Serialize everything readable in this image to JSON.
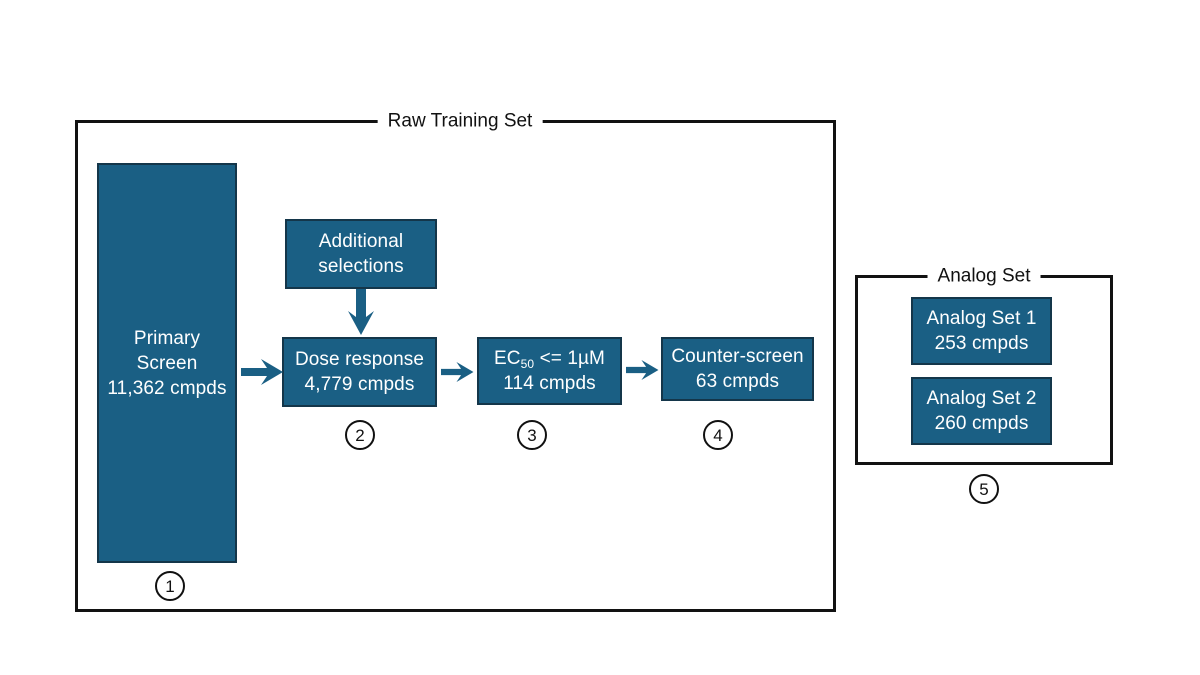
{
  "diagram": {
    "title_groups": [
      {
        "name": "raw-training-set",
        "label": "Raw Training Set"
      },
      {
        "name": "analog-set",
        "label": "Analog Set"
      }
    ]
  },
  "colors": {
    "box_fill": "#1a5f84",
    "box_border": "#14364a",
    "frame_border": "#121212",
    "arrow": "#1a5f84",
    "text_on_box": "#ffffff",
    "text_dark": "#111111"
  },
  "raw_training_set": {
    "frame_label": "Raw Training Set",
    "nodes": {
      "primary_screen": {
        "line1": "Primary",
        "line2": "Screen",
        "line3": "11,362 cmpds",
        "step": "1"
      },
      "additional_selections": {
        "line1": "Additional",
        "line2": "selections"
      },
      "dose_response": {
        "line1": "Dose response",
        "line2": "4,779 cmpds",
        "step": "2"
      },
      "ec50": {
        "line1_pre": "EC",
        "line1_sub": "50",
        "line1_post": " <= 1µM",
        "line2": "114 cmpds",
        "step": "3"
      },
      "counter_screen": {
        "line1": "Counter-screen",
        "line2": "63 cmpds",
        "step": "4"
      }
    }
  },
  "analog_set": {
    "frame_label": "Analog Set",
    "step": "5",
    "nodes": {
      "analog_set_1": {
        "line1": "Analog Set 1",
        "line2": "253 cmpds"
      },
      "analog_set_2": {
        "line1": "Analog Set 2",
        "line2": "260 cmpds"
      }
    }
  }
}
